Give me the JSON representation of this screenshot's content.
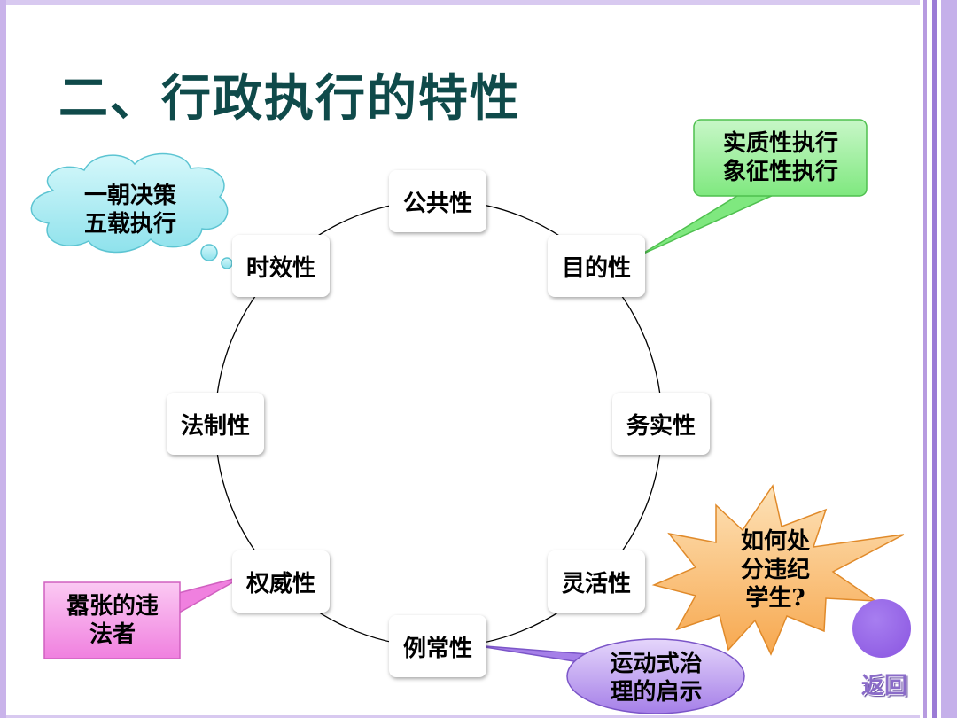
{
  "title": "二、行政执行的特性",
  "nodes": {
    "public": "公共性",
    "purpose": "目的性",
    "practical": "务实性",
    "flexible": "灵活性",
    "routine": "例常性",
    "authority": "权威性",
    "legal": "法制性",
    "timeliness": "时效性"
  },
  "callouts": {
    "cloud": [
      "一朝决策",
      "五载执行"
    ],
    "green": [
      "实质性执行",
      "象征性执行"
    ],
    "magenta": [
      "嚣张的违",
      "法者"
    ],
    "oval": [
      "运动式治",
      "理的启示"
    ],
    "star": [
      "如何处",
      "分违纪",
      "学生?"
    ]
  },
  "nav": {
    "return_label": "返回"
  },
  "colors": {
    "title": "#0f4a4a",
    "cloud": "#9ee8f0",
    "green": "#8ff08f",
    "magenta": "#f59ae8",
    "oval": "#b894f0",
    "star": "#fbbf72",
    "nav_circle": "#8a55e0"
  }
}
